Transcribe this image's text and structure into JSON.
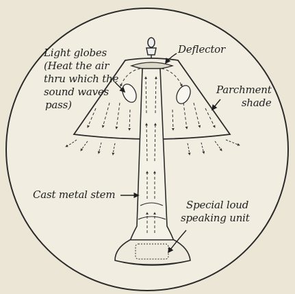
{
  "labels": {
    "light_globes": [
      "Light globes",
      "(Heat the air",
      "thru which the",
      "sound waves",
      "pass)"
    ],
    "deflector": "Deflector",
    "parchment_shade": [
      "Parchment",
      "shade"
    ],
    "cast_metal_stem": "Cast metal stem",
    "speaking_unit": [
      "Special loud",
      "speaking unit"
    ]
  },
  "colors": {
    "background": "#ebe6d6",
    "ink": "#1e1e1e",
    "shade": "#f2eee2"
  }
}
